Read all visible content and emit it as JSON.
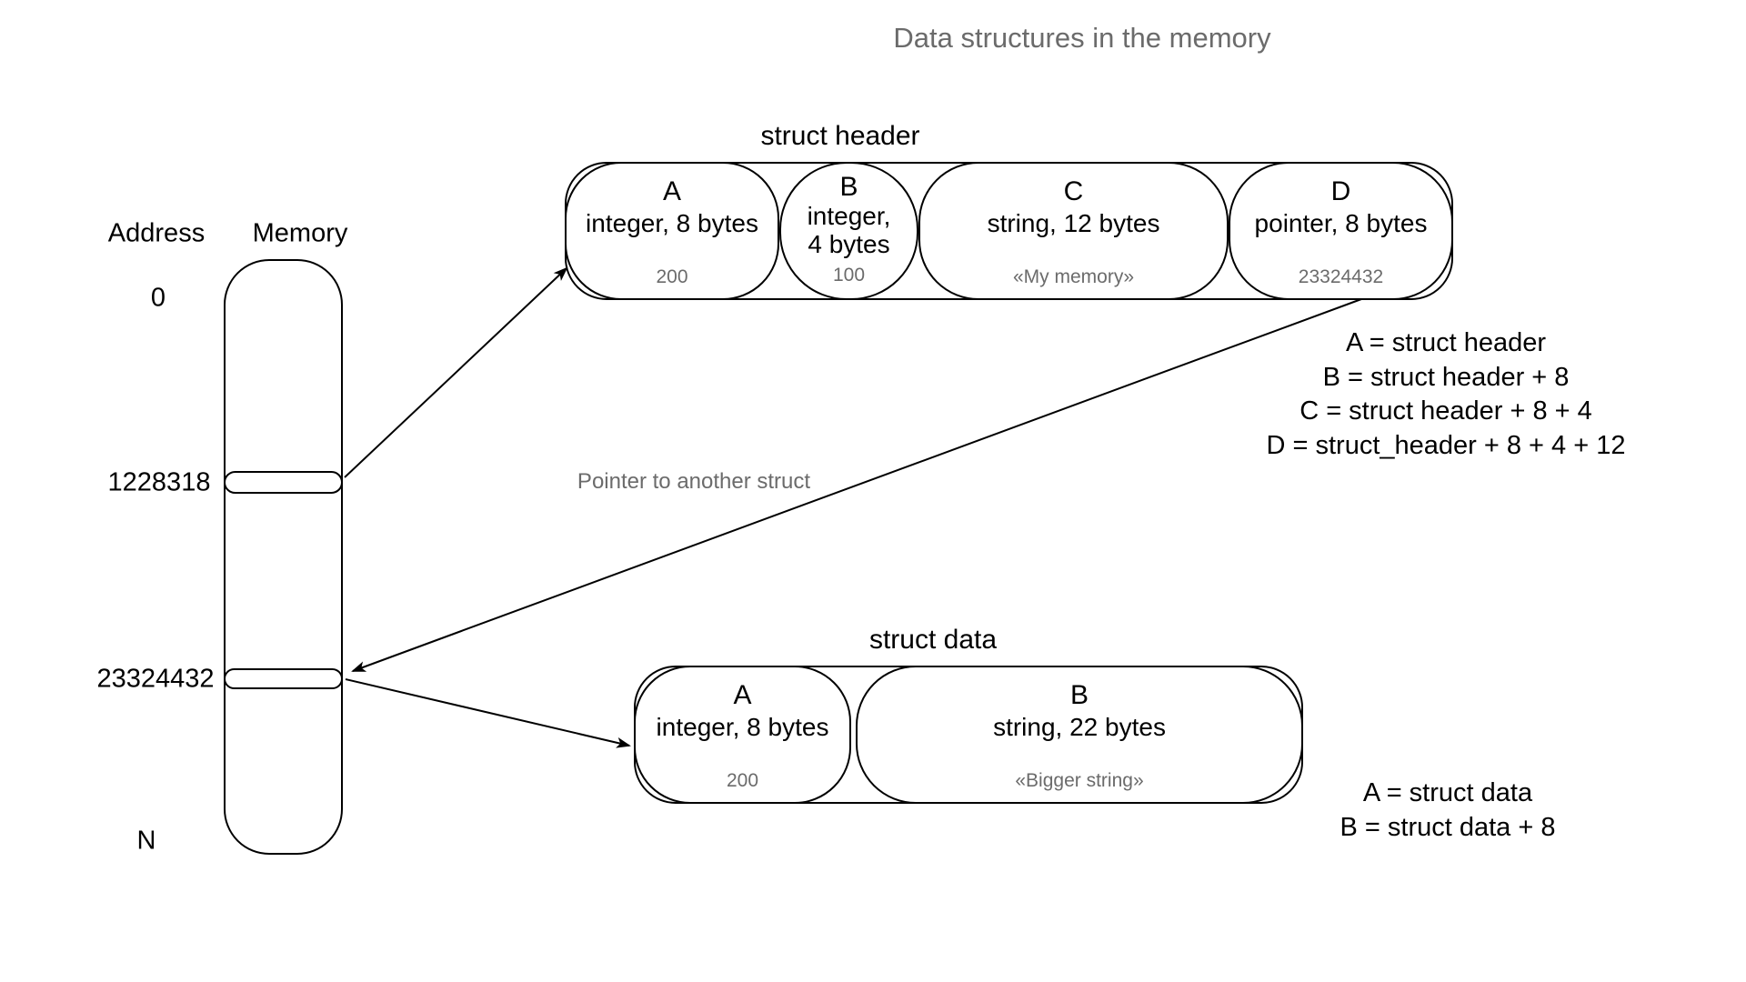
{
  "title": "Data structures in the memory",
  "memory_panel": {
    "address_label": "Address",
    "memory_label": "Memory",
    "addresses": [
      "0",
      "1228318",
      "23324432",
      "N"
    ]
  },
  "struct_header": {
    "label": "struct header",
    "fields": [
      {
        "name": "A",
        "desc": "integer, 8 bytes",
        "value": "200"
      },
      {
        "name": "B",
        "desc": "integer,\n4 bytes",
        "value": "100"
      },
      {
        "name": "C",
        "desc": "string, 12 bytes",
        "value": "«My memory»"
      },
      {
        "name": "D",
        "desc": "pointer, 8 bytes",
        "value": "23324432"
      }
    ],
    "offsets": [
      "A = struct header",
      "B = struct header + 8",
      "C = struct header + 8 + 4",
      "D = struct_header + 8 + 4 + 12"
    ]
  },
  "struct_data": {
    "label": "struct data",
    "fields": [
      {
        "name": "A",
        "desc": "integer, 8 bytes",
        "value": "200"
      },
      {
        "name": "B",
        "desc": "string, 22 bytes",
        "value": "«Bigger string»"
      }
    ],
    "offsets": [
      "A = struct data",
      "B = struct data + 8"
    ]
  },
  "annotations": {
    "pointer_note": "Pointer to another struct"
  },
  "colors": {
    "background": "#ffffff",
    "stroke": "#000000",
    "text": "#000000",
    "muted_text": "#6b6b6b"
  }
}
